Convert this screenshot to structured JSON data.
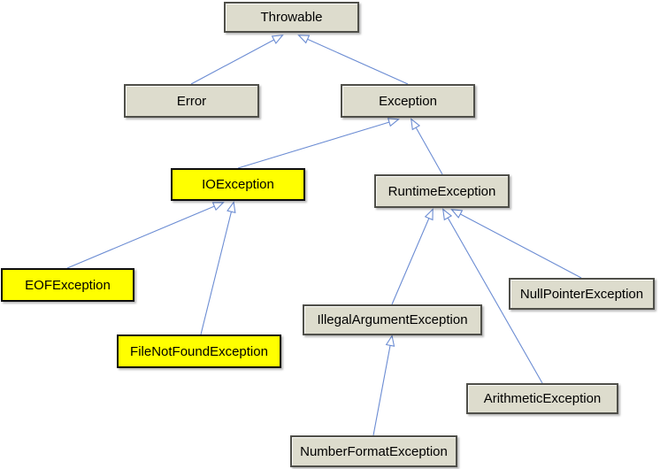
{
  "diagram": {
    "type": "class-hierarchy",
    "nodes": {
      "throwable": {
        "label": "Throwable",
        "fill": "#dddccd",
        "highlighted": false
      },
      "error": {
        "label": "Error",
        "fill": "#dddccd",
        "highlighted": false
      },
      "exception": {
        "label": "Exception",
        "fill": "#dddccd",
        "highlighted": false
      },
      "ioexception": {
        "label": "IOException",
        "fill": "#ffff00",
        "highlighted": true
      },
      "runtime": {
        "label": "RuntimeException",
        "fill": "#dddccd",
        "highlighted": false
      },
      "eof": {
        "label": "EOFException",
        "fill": "#ffff00",
        "highlighted": true
      },
      "filenotfound": {
        "label": "FileNotFoundException",
        "fill": "#ffff00",
        "highlighted": true
      },
      "illegalarg": {
        "label": "IllegalArgumentException",
        "fill": "#dddccd",
        "highlighted": false
      },
      "nullpointer": {
        "label": "NullPointerException",
        "fill": "#dddccd",
        "highlighted": false
      },
      "arithmetic": {
        "label": "ArithmeticException",
        "fill": "#dddccd",
        "highlighted": false
      },
      "numberformat": {
        "label": "NumberFormatException",
        "fill": "#dddccd",
        "highlighted": false
      }
    },
    "edges": [
      {
        "from": "Error",
        "to": "Throwable",
        "relation": "extends"
      },
      {
        "from": "Exception",
        "to": "Throwable",
        "relation": "extends"
      },
      {
        "from": "IOException",
        "to": "Exception",
        "relation": "extends"
      },
      {
        "from": "RuntimeException",
        "to": "Exception",
        "relation": "extends"
      },
      {
        "from": "EOFException",
        "to": "IOException",
        "relation": "extends"
      },
      {
        "from": "FileNotFoundException",
        "to": "IOException",
        "relation": "extends"
      },
      {
        "from": "IllegalArgumentException",
        "to": "RuntimeException",
        "relation": "extends"
      },
      {
        "from": "NullPointerException",
        "to": "RuntimeException",
        "relation": "extends"
      },
      {
        "from": "ArithmeticException",
        "to": "RuntimeException",
        "relation": "extends"
      },
      {
        "from": "NumberFormatException",
        "to": "IllegalArgumentException",
        "relation": "extends"
      }
    ],
    "colors": {
      "box_fill": "#dddccd",
      "highlight_fill": "#ffff00",
      "box_border": "#4f4f49",
      "highlight_border": "#0d0d0d",
      "connector": "#6b8cd3",
      "background": "#ffffff"
    }
  }
}
